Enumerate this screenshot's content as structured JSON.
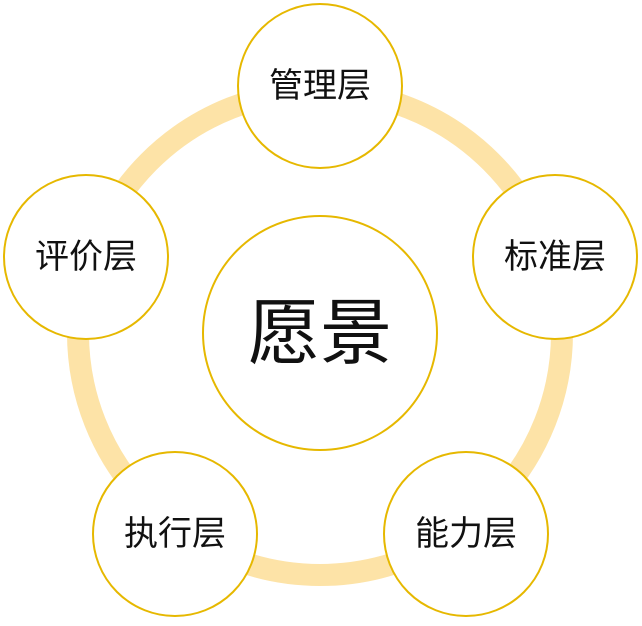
{
  "diagram": {
    "center": {
      "label": "愿景"
    },
    "nodes": [
      {
        "label": "管理层"
      },
      {
        "label": "标准层"
      },
      {
        "label": "能力层"
      },
      {
        "label": "执行层"
      },
      {
        "label": "评价层"
      }
    ]
  },
  "colors": {
    "ring": "#fde3a7",
    "circle_stroke": "#e6b800",
    "circle_fill": "#ffffff",
    "text": "#111111"
  }
}
